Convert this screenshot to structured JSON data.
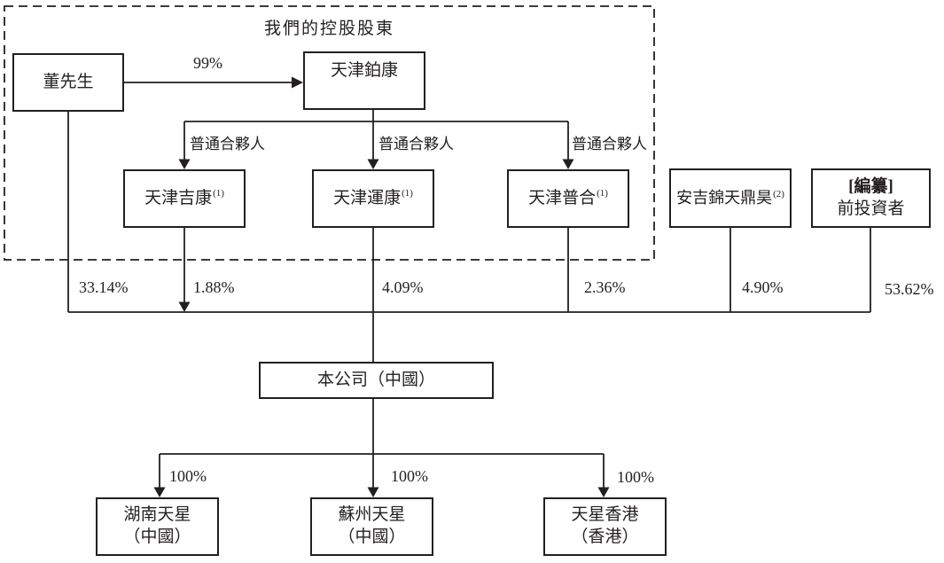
{
  "diagram": {
    "title": "我們的控股股東",
    "nodes": {
      "mr_dong": {
        "label": "董先生"
      },
      "tianjin_bokang": {
        "label": "天津鉑康"
      },
      "tianjin_jikang": {
        "label": "天津吉康",
        "sup": "(1)"
      },
      "tianjin_yunkang": {
        "label": "天津運康",
        "sup": "(1)"
      },
      "tianjin_puhe": {
        "label": "天津普合",
        "sup": "(1)"
      },
      "anji_jintian_dinghao": {
        "label": "安吉錦天鼎昊",
        "sup": "(2)"
      },
      "pre_investors": {
        "line1": "[編纂]",
        "line2": "前投資者"
      },
      "company": {
        "label": "本公司（中國）"
      },
      "hunan_tianxing": {
        "line1": "湖南天星",
        "line2": "（中國）"
      },
      "suzhou_tianxing": {
        "line1": "蘇州天星",
        "line2": "（中國）"
      },
      "tianxing_hongkong": {
        "line1": "天星香港",
        "line2": "（香港）"
      }
    },
    "edge_labels": {
      "dong_to_bokang_pct": "99%",
      "gp_1": "普通合夥人",
      "gp_2": "普通合夥人",
      "gp_3": "普通合夥人",
      "dong_pct": "33.14%",
      "jikang_pct": "1.88%",
      "yunkang_pct": "4.09%",
      "puhe_pct": "2.36%",
      "anji_pct": "4.90%",
      "pre_investors_pct": "53.62%",
      "hunan_pct": "100%",
      "suzhou_pct": "100%",
      "hongkong_pct": "100%"
    },
    "colors": {
      "ink": "#231f20",
      "background": "#ffffff"
    }
  }
}
